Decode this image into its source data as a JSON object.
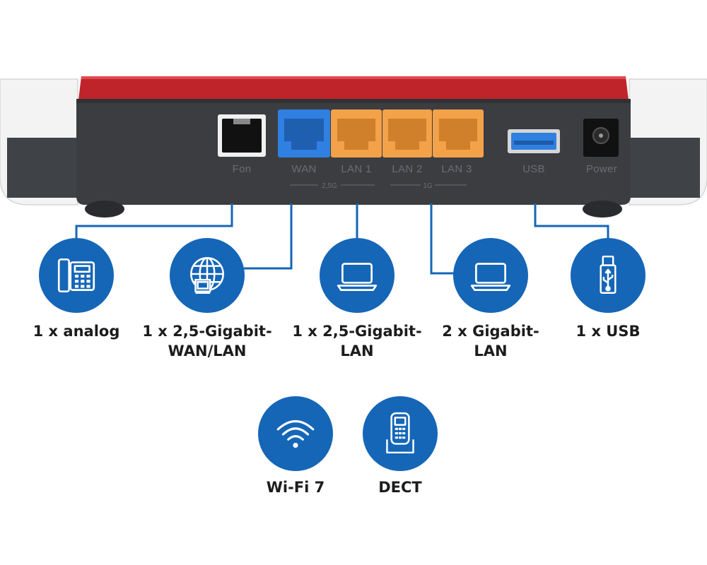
{
  "ports": {
    "fon": "Fon",
    "wan": "WAN",
    "lan1": "LAN 1",
    "lan2": "LAN 2",
    "lan3": "LAN 3",
    "usb": "USB",
    "power": "Power"
  },
  "port_groups": {
    "fast": "2,5G",
    "gigabit": "1G"
  },
  "features": [
    {
      "icon": "telephone-icon",
      "line1": "1 x analog",
      "line2": ""
    },
    {
      "icon": "globe-computer-icon",
      "line1": "1 x 2,5-Gigabit-",
      "line2": "WAN/LAN"
    },
    {
      "icon": "laptop-icon",
      "line1": "1 x 2,5-Gigabit-",
      "line2": "LAN"
    },
    {
      "icon": "laptop-icon",
      "line1": "2 x Gigabit-",
      "line2": "LAN"
    },
    {
      "icon": "usb-stick-icon",
      "line1": "1 x USB",
      "line2": ""
    },
    {
      "icon": "wifi-icon",
      "line1": "Wi-Fi 7",
      "line2": ""
    },
    {
      "icon": "dect-phone-icon",
      "line1": "DECT",
      "line2": ""
    }
  ],
  "colors": {
    "icon_circle": "#1566b7",
    "connector_line": "#1566b7",
    "router_body": "#3b3d41",
    "router_top": "#c0242b",
    "wan_port": "#2f80e0",
    "lan_port": "#f3a24a"
  }
}
